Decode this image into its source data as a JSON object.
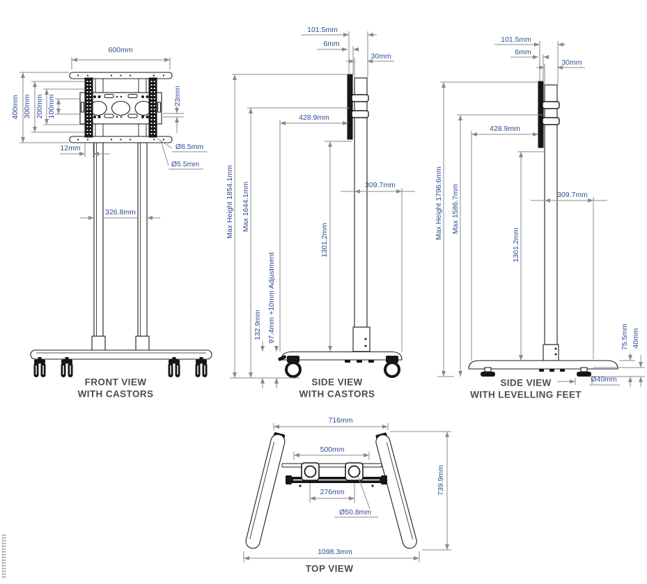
{
  "colors": {
    "dimension_text": "#2d4b93",
    "dimension_line": "#8a8a8a",
    "drawing_outline": "#1a1a1a",
    "view_label": "#4d4d4d",
    "background": "#ffffff"
  },
  "front_view": {
    "title_line1": "FRONT VIEW",
    "title_line2": "WITH CASTORS",
    "dims": {
      "width_top": "600mm",
      "vesa_400": "400mm",
      "vesa_300": "300mm",
      "vesa_200": "200mm",
      "vesa_100": "100mm",
      "offset_23": "23mm",
      "rail_12": "12mm",
      "hole_8_5": "Ø8.5mm",
      "hole_5_5": "Ø5.5mm",
      "column_span": "326.8mm"
    }
  },
  "side_view_castors": {
    "title_line1": "SIDE VIEW",
    "title_line2": "WITH CASTORS",
    "dims": {
      "depth_101_5": "101.5mm",
      "plate_6": "6mm",
      "pole_30": "30mm",
      "reach_428_9": "428.9mm",
      "base_309_7": "309.7mm",
      "max_height": "Max Height 1854.1mm",
      "max_screen_centre": "Max 1644.1mm",
      "pole_1301": "1301.2mm",
      "base_132_9": "132.9mm",
      "adjustment": "97.4mm +10mm Adjustment"
    }
  },
  "side_view_feet": {
    "title_line1": "SIDE VIEW",
    "title_line2": "WITH LEVELLING FEET",
    "dims": {
      "depth_101_5": "101.5mm",
      "plate_6": "6mm",
      "pole_30": "30mm",
      "reach_428_9": "428.9mm",
      "base_309_7": "309.7mm",
      "max_height": "Max Height 1796.6mm",
      "max_screen_centre": "Max 1586.7mm",
      "pole_1301": "1301.2mm",
      "base_75_5": "75.5mm",
      "foot_40": "40mm",
      "foot_dia": "Ø40mm"
    }
  },
  "top_view": {
    "title_line1": "TOP VIEW",
    "dims": {
      "inner_width": "716mm",
      "bar_500": "500mm",
      "socket_span": "276mm",
      "pole_dia": "Ø50.8mm",
      "depth": "739.9mm",
      "outer_width": "1098.3mm"
    }
  }
}
